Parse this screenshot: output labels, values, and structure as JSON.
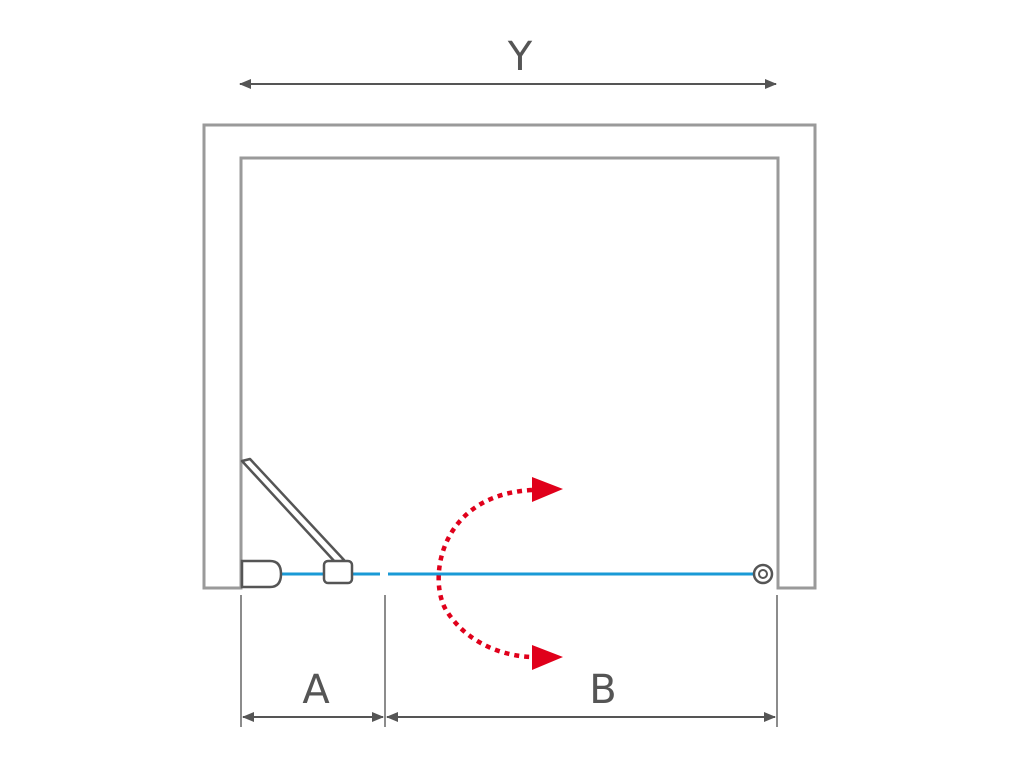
{
  "labels": {
    "overall_width": "Y",
    "fixed_panel_width": "A",
    "door_width": "B"
  },
  "colors": {
    "frame": "#9a9a9a",
    "dimension": "#555555",
    "glass": "#1a9ad6",
    "swing_arrow": "#e0001b",
    "hardware": "#555555",
    "background": "#ffffff"
  }
}
